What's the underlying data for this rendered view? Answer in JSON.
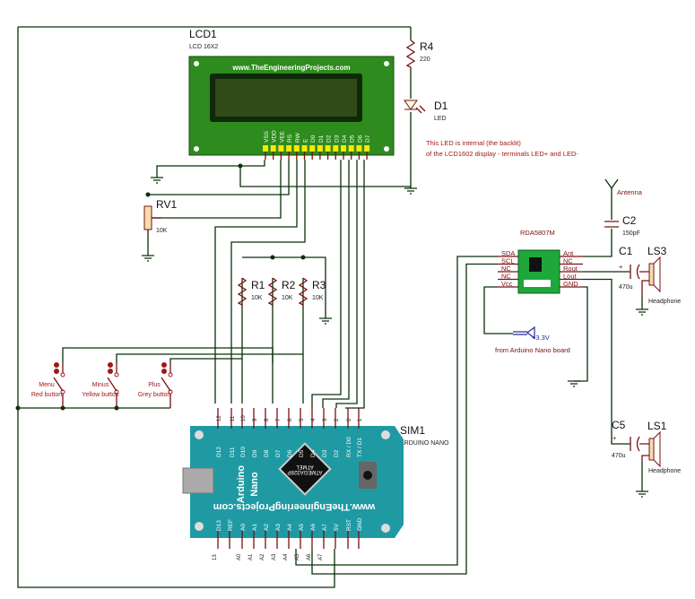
{
  "lcd": {
    "ref": "LCD1",
    "value": "LCD 16X2",
    "website": "www.TheEngineeringProjects.com",
    "pins": [
      "VSS",
      "VDD",
      "VEE",
      "RS",
      "RW",
      "E",
      "D0",
      "D1",
      "D2",
      "D3",
      "D4",
      "D5",
      "D6",
      "D7"
    ]
  },
  "r4": {
    "ref": "R4",
    "value": "220"
  },
  "d1": {
    "ref": "D1",
    "value": "LED"
  },
  "note": {
    "line1": "This LED is internal (the backlit)",
    "line2": "of the LCD1602 display - terminals LED+ and LED-"
  },
  "rv1": {
    "ref": "RV1",
    "value": "10K"
  },
  "r1": {
    "ref": "R1",
    "value": "10K"
  },
  "r2": {
    "ref": "R2",
    "value": "10K"
  },
  "r3": {
    "ref": "R3",
    "value": "10K"
  },
  "buttons": [
    {
      "name": "Menu",
      "desc": "Red button"
    },
    {
      "name": "Minus",
      "desc": "Yellow button"
    },
    {
      "name": "Plus",
      "desc": "Grey button"
    }
  ],
  "arduino": {
    "ref": "SIM1",
    "value": "ARDUINO NANO",
    "title1": "Arduino",
    "title2": "Nano",
    "chip1": "ATMEL",
    "chip2": "ATMEGA328P",
    "website": "www.TheEngineeringProjects.com",
    "top_nums": [
      "12",
      "11",
      "10",
      "9",
      "8",
      "7",
      "6",
      "5",
      "4",
      "3",
      "2",
      "0",
      "1"
    ],
    "top_pins": [
      "D12",
      "D11",
      "D10",
      "D9",
      "D8",
      "D7",
      "D6",
      "D5",
      "D4",
      "D3",
      "D2",
      "RX / D0",
      "TX / D1"
    ],
    "bottom_pins": [
      "D13",
      "REF",
      "A0",
      "A1",
      "A2",
      "A3",
      "A4",
      "A5",
      "A6",
      "A7",
      "5V",
      "RST",
      "GND"
    ],
    "bottom_nums": [
      "13",
      "",
      "A0",
      "A1",
      "A2",
      "A3",
      "A4",
      "A5",
      "A6",
      "A7",
      "",
      "",
      ""
    ]
  },
  "radio": {
    "title": "RDA5807M",
    "left": [
      "SDA",
      "SCL",
      "NC",
      "NC",
      "Vcc"
    ],
    "right": [
      "Ant",
      "NC",
      "Rout",
      "Lout",
      "GND"
    ]
  },
  "antenna": {
    "label": "Antenna"
  },
  "c2": {
    "ref": "C2",
    "value": "150pF"
  },
  "c1": {
    "ref": "C1",
    "value": "470u"
  },
  "c5": {
    "ref": "C5",
    "value": "470u"
  },
  "ls3": {
    "ref": "LS3",
    "value": "Headphone"
  },
  "ls1": {
    "ref": "LS1",
    "value": "Headphone"
  },
  "power": {
    "label": "+3.3V",
    "note": "from Arduino Nano board"
  },
  "colors": {
    "wire": "#0b300b",
    "pin": "#7a1010",
    "lcd_board": "#2e8b1e",
    "arduino_board": "#1f9aa3",
    "module": "#1fa83a"
  }
}
